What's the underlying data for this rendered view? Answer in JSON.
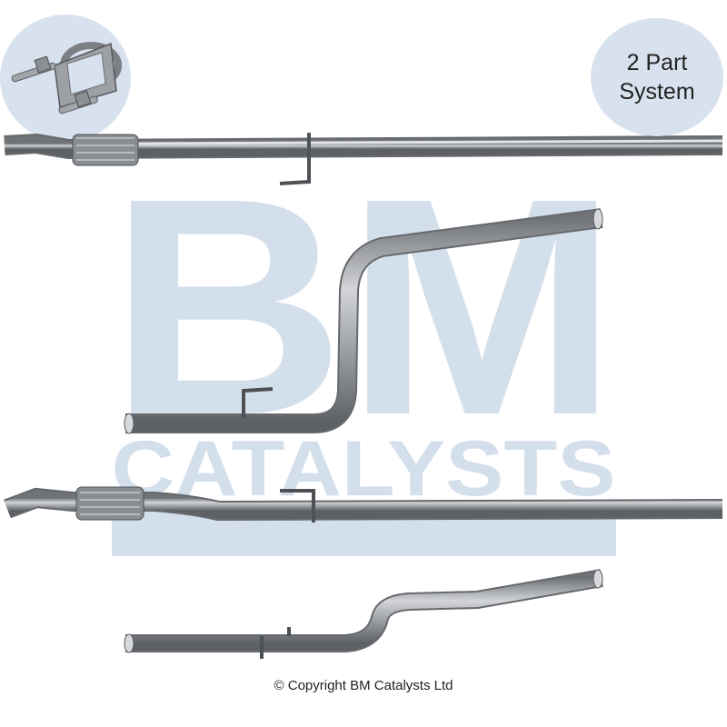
{
  "badge": {
    "line1": "2 Part",
    "line2": "System"
  },
  "watermark": {
    "brand": "BM",
    "tagline": "CATALYSTS"
  },
  "copyright": "© Copyright BM Catalysts Ltd",
  "colors": {
    "watermark": "#d4dfec",
    "badge_bg": "#d8e1ee",
    "pipe": "#a9acb0",
    "pipe_dark": "#707378",
    "text": "#222222"
  },
  "icons": {
    "clamp": "exhaust-clamp-icon"
  }
}
